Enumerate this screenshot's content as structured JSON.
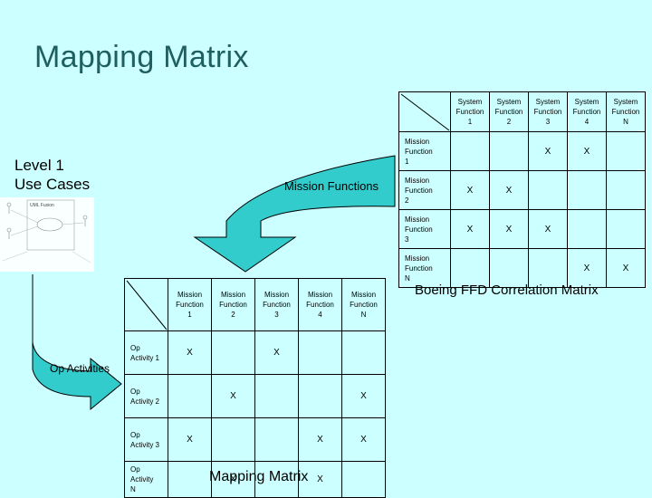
{
  "title": "Mapping Matrix",
  "level1": {
    "line1": "Level 1",
    "line2": "Use Cases"
  },
  "labels": {
    "mission_functions": "Mission Functions",
    "op_activities": "Op Activities",
    "boeing_caption": "Boeing FFD Correlation Matrix",
    "mapping_caption": "Mapping Matrix"
  },
  "thumbnail": {
    "caption": "UML Fusion"
  },
  "boeing_matrix": {
    "columns": [
      "System\nFunction\n1",
      "System\nFunction\n2",
      "System\nFunction\n3",
      "System\nFunction\n4",
      "System\nFunction\nN"
    ],
    "rows": [
      {
        "label": "Mission\nFunction\n1",
        "cells": [
          "",
          "",
          "X",
          "X",
          ""
        ]
      },
      {
        "label": "Mission\nFunction\n2",
        "cells": [
          "X",
          "X",
          "",
          "",
          ""
        ]
      },
      {
        "label": "Mission\nFunction\n3",
        "cells": [
          "X",
          "X",
          "X",
          "",
          ""
        ]
      },
      {
        "label": "Mission\nFunction\nN",
        "cells": [
          "",
          "",
          "",
          "X",
          "X"
        ]
      }
    ]
  },
  "mapping_matrix": {
    "columns": [
      "Mission\nFunction\n1",
      "Mission\nFunction\n2",
      "Mission\nFunction\n3",
      "Mission\nFunction\n4",
      "Mission\nFunction\nN"
    ],
    "rows": [
      {
        "label": "Op\nActivity 1",
        "cells": [
          "X",
          "",
          "X",
          "",
          ""
        ]
      },
      {
        "label": "Op\nActivity 2",
        "cells": [
          "",
          "X",
          "",
          "",
          "X"
        ]
      },
      {
        "label": "Op\nActivity 3",
        "cells": [
          "X",
          "",
          "",
          "X",
          "X"
        ]
      },
      {
        "label": "Op\nActivity\nN",
        "cells": [
          "",
          "X",
          "",
          "X",
          ""
        ]
      }
    ]
  },
  "colors": {
    "background": "#ccffff",
    "arrow_fill": "#33cccc",
    "title": "#1f5f5f"
  }
}
